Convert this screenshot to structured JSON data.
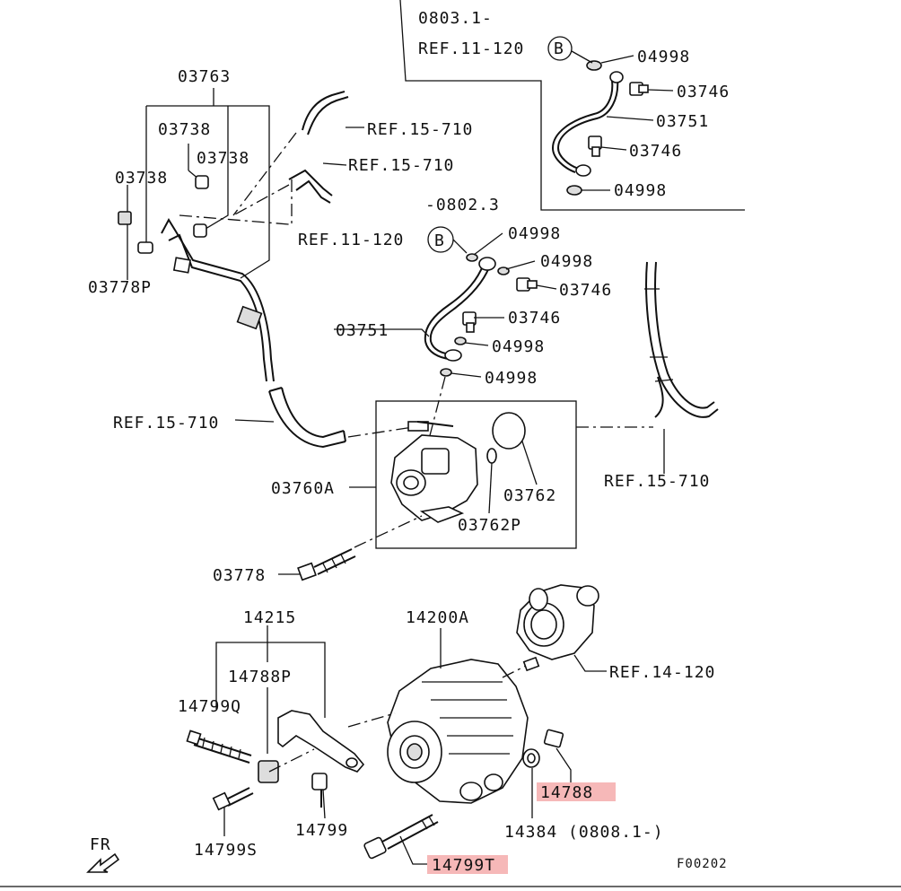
{
  "diagram": {
    "drawing_code": "F00202",
    "direction_marker": "FR",
    "labels": {
      "l_0803": "0803.1-",
      "l_ref11_top": "REF.11-120",
      "l_b_top": "B",
      "l_04998_a": "04998",
      "l_03746_a": "03746",
      "l_03751_a": "03751",
      "l_03746_b": "03746",
      "l_04998_b": "04998",
      "l_03763": "03763",
      "l_03738_a": "03738",
      "l_03738_b": "03738",
      "l_03738_c": "03738",
      "l_03778p": "03778P",
      "l_ref15_a": "REF.15-710",
      "l_ref15_b": "REF.15-710",
      "l_0802": "-0802.3",
      "l_ref11_mid": "REF.11-120",
      "l_b_mid": "B",
      "l_04998_c": "04998",
      "l_04998_d": "04998",
      "l_03746_c": "03746",
      "l_03746_d": "03746",
      "l_03751_b": "03751",
      "l_04998_e": "04998",
      "l_04998_f": "04998",
      "l_ref15_c": "REF.15-710",
      "l_ref15_d": "REF.15-710",
      "l_03760a": "03760A",
      "l_03762": "03762",
      "l_03762p": "03762P",
      "l_03778": "03778",
      "l_14215": "14215",
      "l_14200a": "14200A",
      "l_ref14": "REF.14-120",
      "l_14788p": "14788P",
      "l_14799q": "14799Q",
      "l_14788": "14788",
      "l_14799": "14799",
      "l_14384": "14384 (0808.1-)",
      "l_14799s": "14799S",
      "l_14799t": "14799T"
    },
    "highlighted_parts": [
      "14788",
      "14799T"
    ],
    "highlight_color": "#f6b8b8",
    "line_color": "#111111"
  }
}
